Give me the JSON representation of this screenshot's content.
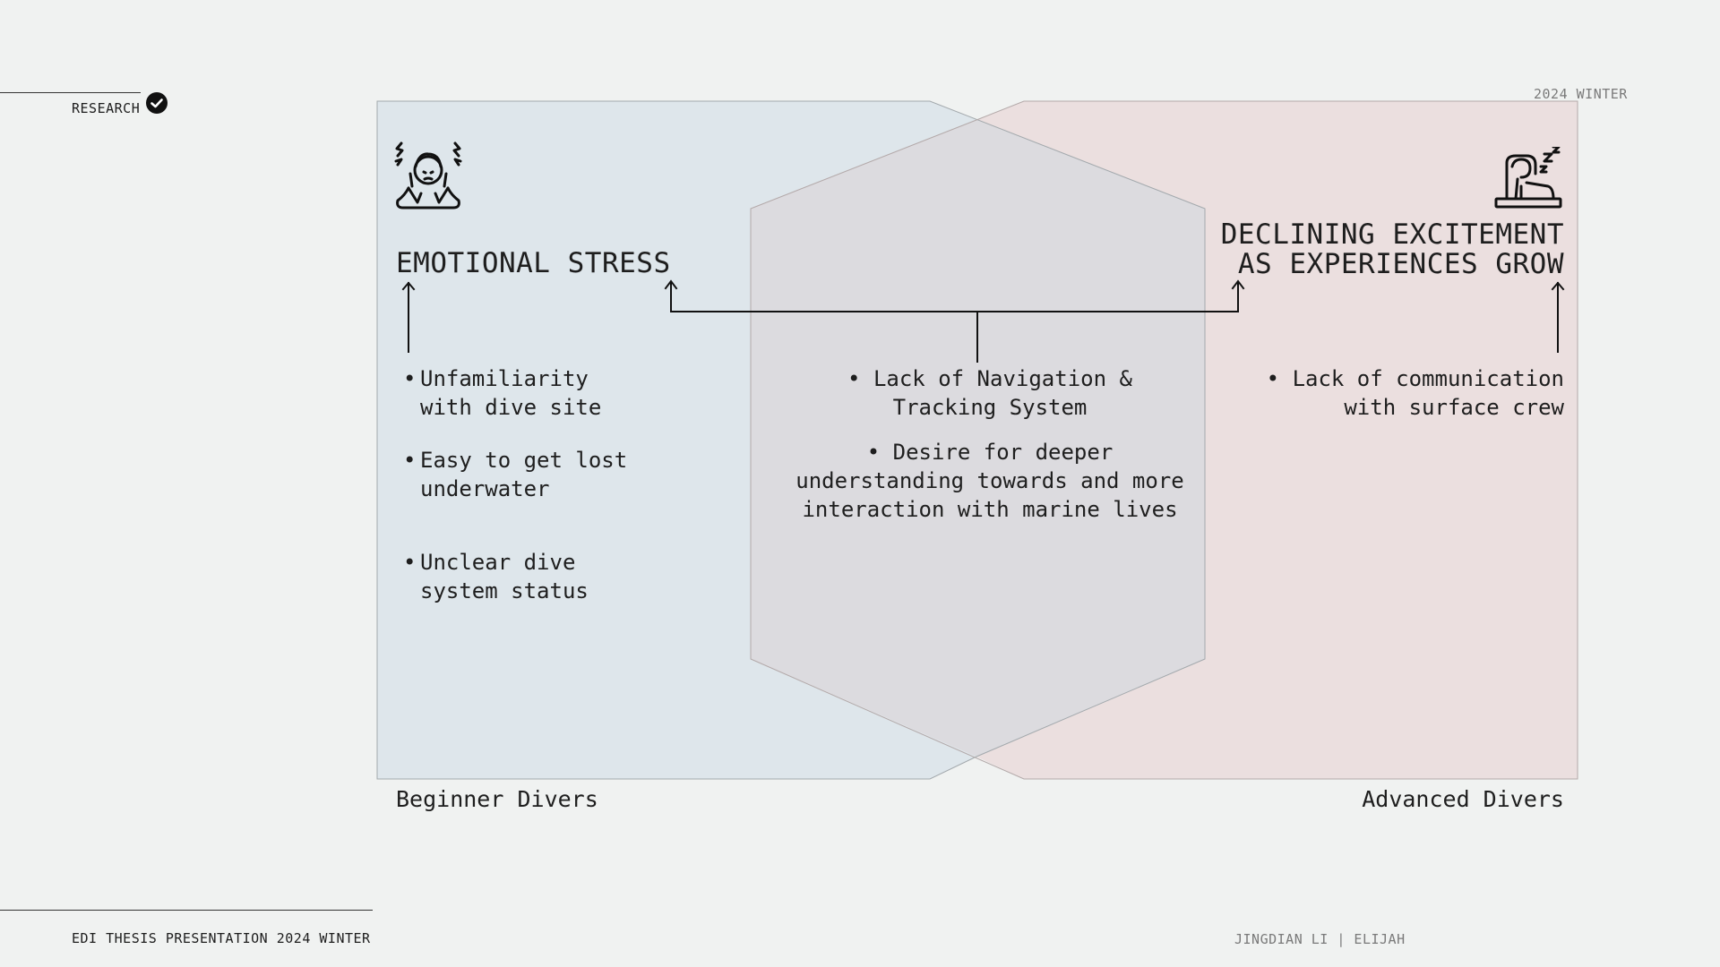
{
  "header": {
    "section_label": "RESEARCH",
    "period": "2024 WINTER"
  },
  "footer": {
    "presentation": "EDI THESIS PRESENTATION 2024 WINTER",
    "authors": "JINGDIAN LI | ELIJAH"
  },
  "diagram": {
    "left": {
      "title": "EMOTIONAL STRESS",
      "icon": "stressed-person-icon",
      "fill": "#dee6eb",
      "bullets": [
        "Unfamiliarity with dive site",
        "Easy to get lost underwater",
        "Unclear dive system status"
      ],
      "caption": "Beginner Divers"
    },
    "right": {
      "title_line1": "DECLINING EXCITEMENT",
      "title_line2": "AS EXPERIENCES GROW",
      "icon": "sleeping-person-icon",
      "fill": "#ebdfdf",
      "bullets": [
        "Lack of communication with surface crew"
      ],
      "caption": "Advanced Divers"
    },
    "shared": {
      "fill": "#dcdbdf",
      "bullets": [
        "Lack of Navigation & Tracking System",
        "Desire for deeper understanding towards and more interaction with marine lives"
      ]
    }
  }
}
